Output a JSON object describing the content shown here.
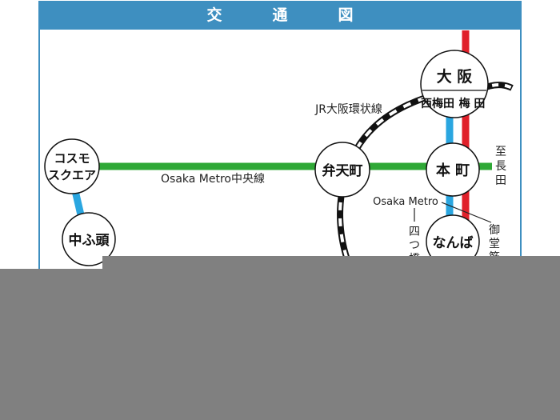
{
  "title": "交　通　図",
  "stations": {
    "osaka": "大 阪",
    "nishiumeda": "西梅田",
    "umeda": "梅 田",
    "honmachi": "本 町",
    "bentencho": "弁天町",
    "namba": "なんば",
    "cosmo_line1": "コスモ",
    "cosmo_line2": "スクエア",
    "nakafuto": "中ふ頭"
  },
  "lines": {
    "chuo": "Osaka Metro中央線",
    "loop": "JR大阪環状線",
    "metro_prefix": "Osaka Metro",
    "yotsubashi_chars": [
      "四",
      "つ",
      "橋"
    ],
    "midosuji_chars": [
      "御",
      "堂",
      "筋"
    ],
    "nagata_chars": [
      "至",
      "長",
      "田"
    ]
  },
  "colors": {
    "header": "#3e8fc0",
    "chuo_line": "#2fa836",
    "midosuji_line": "#e0202a",
    "yotsubashi_line": "#2aa6e0",
    "jr_loop": "#111111",
    "overlay": "#808080"
  }
}
